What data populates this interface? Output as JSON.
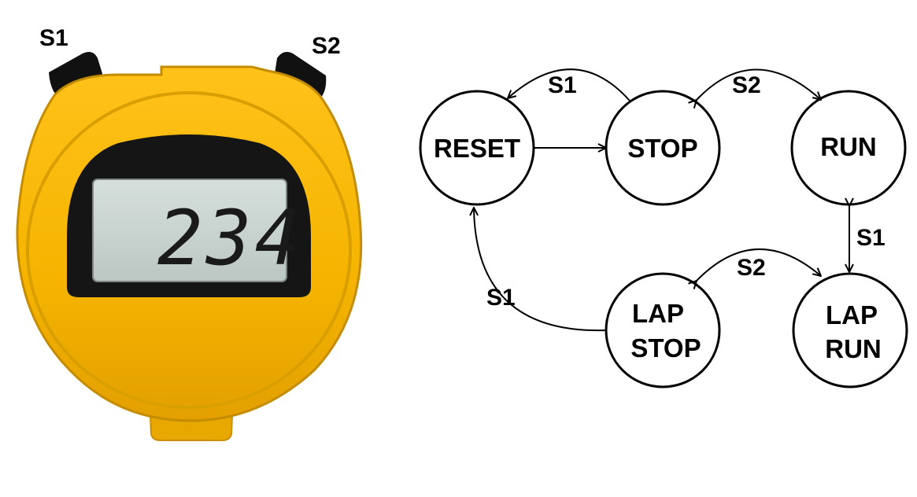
{
  "stopwatch": {
    "button_left_label": "S1",
    "button_right_label": "S2",
    "display_value": "234",
    "body_color": "#f6b400",
    "display_color": "#c9d3cf"
  },
  "diagram": {
    "states": {
      "reset": "RESET",
      "stop": "STOP",
      "run": "RUN",
      "lap_stop_line1": "LAP",
      "lap_stop_line2": "STOP",
      "lap_run_line1": "LAP",
      "lap_run_line2": "RUN"
    },
    "edges": {
      "stop_to_reset": "S1",
      "stop_run": "S2",
      "run_lap_run": "S1",
      "lap_stop_lap_run": "S2",
      "lap_stop_to_reset": "S1"
    }
  }
}
